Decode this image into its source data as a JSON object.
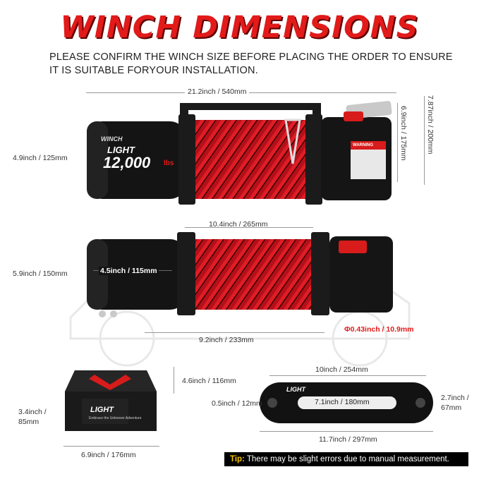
{
  "header": {
    "title": "WINCH DIMENSIONS",
    "subtitle_line1": "PLEASE CONFIRM THE WINCH SIZE BEFORE PLACING THE ORDER TO ENSURE",
    "subtitle_line2": "IT IS SUITABLE FORYOUR INSTALLATION."
  },
  "top_view": {
    "total_length": "21.2inch / 540mm",
    "height_left": "4.9inch / 125mm",
    "height_right_inner": "6.9inch / 175mm",
    "height_right_outer": "7.87inch / 200mm",
    "brand": "WINCH",
    "brand_logo": "LIGHT",
    "capacity": "12,000",
    "unit": "lbs",
    "warning_label": "WARNING"
  },
  "bottom_view": {
    "drum_length": "10.4inch / 265mm",
    "height_left": "5.9inch / 150mm",
    "motor_diameter": "4.5inch / 115mm",
    "mount_width": "9.2inch / 233mm",
    "rope_diameter": "Φ0.43inch / 10.9mm"
  },
  "control_box": {
    "height": "4.6inch / 116mm",
    "side_height": "3.4inch / 85mm",
    "width": "6.9inch / 176mm",
    "brand": "LIGHT",
    "tagline": "Embrace the Unknown Adventure"
  },
  "fairlead": {
    "bolt_spacing": "10inch / 254mm",
    "opening_width": "7.1inch / 180mm",
    "opening_height": "0.5inch / 12mm",
    "height": "2.7inch / 67mm",
    "total_length": "11.7inch / 297mm",
    "brand": "LIGHT"
  },
  "tip": {
    "label": "Tip:",
    "text": "There may be slight errors due to manual measurement."
  },
  "colors": {
    "accent": "#e21a1a",
    "rope": "#c0121a",
    "body": "#111111",
    "tip_label": "#f6c400"
  }
}
